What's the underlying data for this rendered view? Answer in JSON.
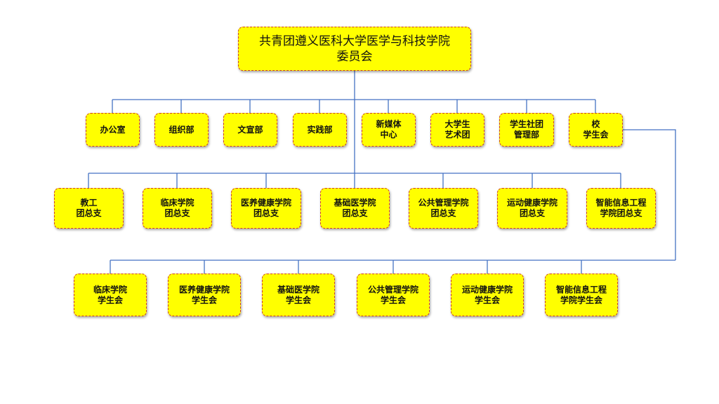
{
  "root": {
    "label": "共青团遵义医科大学医学与科技学院\n委员会"
  },
  "departments": [
    {
      "label": "办公室"
    },
    {
      "label": "组织部"
    },
    {
      "label": "文宣部"
    },
    {
      "label": "实践部"
    },
    {
      "label": "新媒体\n中心"
    },
    {
      "label": "大学生\n艺术团"
    },
    {
      "label": "学生社团\n管理部"
    },
    {
      "label": "校\n学生会"
    }
  ],
  "branches": [
    {
      "label": "教工\n团总支"
    },
    {
      "label": "临床学院\n团总支"
    },
    {
      "label": "医养健康学院\n团总支"
    },
    {
      "label": "基础医学院\n团总支"
    },
    {
      "label": "公共管理学院\n团总支"
    },
    {
      "label": "运动健康学院\n团总支"
    },
    {
      "label": "智能信息工程\n学院团总支"
    }
  ],
  "student_unions": [
    {
      "label": "临床学院\n学生会"
    },
    {
      "label": "医养健康学院\n学生会"
    },
    {
      "label": "基础医学院\n学生会"
    },
    {
      "label": "公共管理学院\n学生会"
    },
    {
      "label": "运动健康学院\n学生会"
    },
    {
      "label": "智能信息工程\n学院学生会"
    }
  ],
  "colors": {
    "box_fill": "#ffff00",
    "box_border": "#d04020",
    "connector": "#4472c4"
  }
}
